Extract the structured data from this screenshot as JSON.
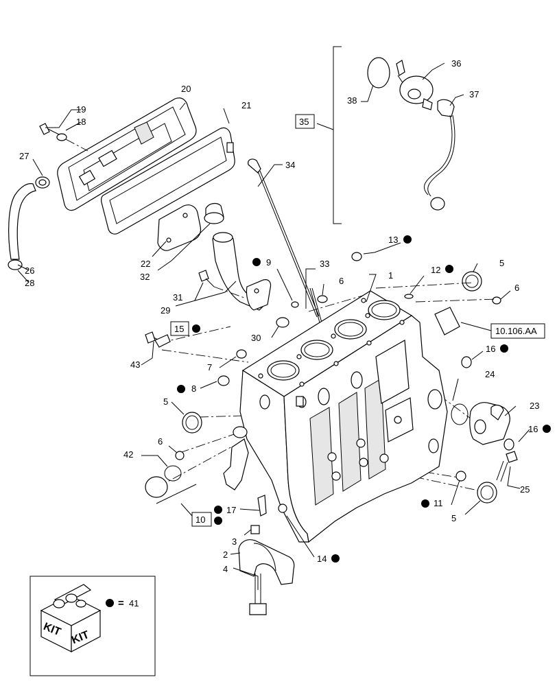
{
  "callouts": [
    {
      "id": "c1",
      "text": "1",
      "dot": false
    },
    {
      "id": "c2",
      "text": "2",
      "dot": false
    },
    {
      "id": "c3",
      "text": "3",
      "dot": false
    },
    {
      "id": "c4",
      "text": "4",
      "dot": false
    },
    {
      "id": "c5a",
      "text": "5",
      "dot": false
    },
    {
      "id": "c5b",
      "text": "5",
      "dot": false
    },
    {
      "id": "c5c",
      "text": "5",
      "dot": false
    },
    {
      "id": "c6a",
      "text": "6",
      "dot": false
    },
    {
      "id": "c6b",
      "text": "6",
      "dot": false
    },
    {
      "id": "c6c",
      "text": "6",
      "dot": false
    },
    {
      "id": "c7",
      "text": "7",
      "dot": false
    },
    {
      "id": "c8",
      "text": "8",
      "dot": true
    },
    {
      "id": "c9",
      "text": "9",
      "dot": true
    },
    {
      "id": "c11",
      "text": "11",
      "dot": true
    },
    {
      "id": "c12",
      "text": "12",
      "dot": true
    },
    {
      "id": "c13",
      "text": "13",
      "dot": true
    },
    {
      "id": "c14",
      "text": "14",
      "dot": true
    },
    {
      "id": "c16a",
      "text": "16",
      "dot": true
    },
    {
      "id": "c16b",
      "text": "16",
      "dot": true
    },
    {
      "id": "c17",
      "text": "17",
      "dot": true
    },
    {
      "id": "c18",
      "text": "18",
      "dot": false
    },
    {
      "id": "c19",
      "text": "19",
      "dot": false
    },
    {
      "id": "c20",
      "text": "20",
      "dot": false
    },
    {
      "id": "c21",
      "text": "21",
      "dot": false
    },
    {
      "id": "c22",
      "text": "22",
      "dot": false
    },
    {
      "id": "c23",
      "text": "23",
      "dot": false
    },
    {
      "id": "c24",
      "text": "24",
      "dot": false
    },
    {
      "id": "c25",
      "text": "25",
      "dot": false
    },
    {
      "id": "c26",
      "text": "26",
      "dot": false
    },
    {
      "id": "c27",
      "text": "27",
      "dot": false
    },
    {
      "id": "c28",
      "text": "28",
      "dot": false
    },
    {
      "id": "c29",
      "text": "29",
      "dot": false
    },
    {
      "id": "c30",
      "text": "30",
      "dot": false
    },
    {
      "id": "c31",
      "text": "31",
      "dot": false
    },
    {
      "id": "c32",
      "text": "32",
      "dot": false
    },
    {
      "id": "c33",
      "text": "33",
      "dot": false
    },
    {
      "id": "c34",
      "text": "34",
      "dot": false
    },
    {
      "id": "c36",
      "text": "36",
      "dot": false
    },
    {
      "id": "c37",
      "text": "37",
      "dot": false
    },
    {
      "id": "c38",
      "text": "38",
      "dot": false
    },
    {
      "id": "c42",
      "text": "42",
      "dot": false
    },
    {
      "id": "c43",
      "text": "43",
      "dot": false
    }
  ],
  "boxed_refs": {
    "r35": "35",
    "r15": "15",
    "r10": "10",
    "ref_section": "10.106.AA"
  },
  "legend": {
    "kit_label_left": "KIT",
    "kit_label_right": "KIT",
    "equals": "=",
    "kit_number": "41"
  }
}
